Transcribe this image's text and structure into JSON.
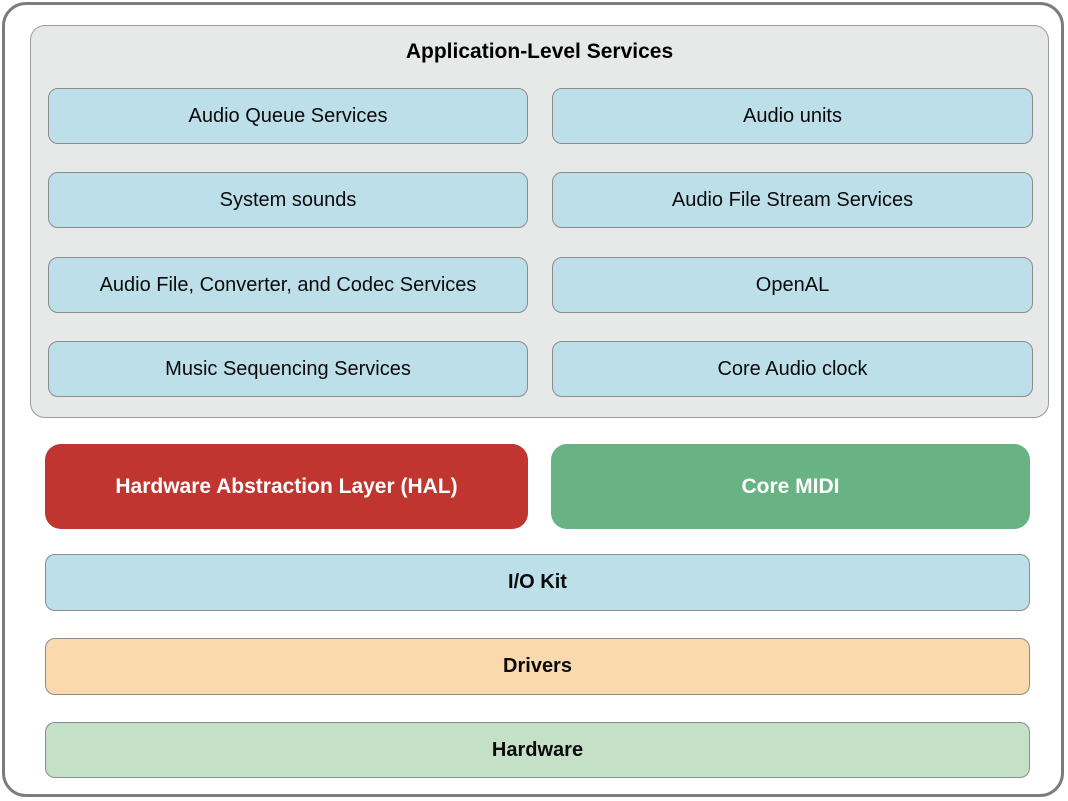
{
  "app_services": {
    "title": "Application-Level Services",
    "left_column": [
      "Audio Queue Services",
      "System sounds",
      "Audio File, Converter, and Codec Services",
      "Music Sequencing Services"
    ],
    "right_column": [
      "Audio units",
      "Audio File Stream Services",
      "OpenAL",
      "Core Audio clock"
    ]
  },
  "hal": {
    "label": "Hardware Abstraction Layer (HAL)"
  },
  "core_midi": {
    "label": "Core MIDI"
  },
  "layers": {
    "io_kit": "I/O Kit",
    "drivers": "Drivers",
    "hardware": "Hardware"
  },
  "colors": {
    "outer_border": "#7c7c7c",
    "panel_bg": "#e7e8e8",
    "panel_border": "#9b9b9b",
    "service_box_bg": "#bddfea",
    "service_box_border": "#8c8c8c",
    "hal_bg": "#c0352f",
    "core_midi_bg": "#68b284",
    "io_kit_bg": "#bddfea",
    "drivers_bg": "#fbd9ae",
    "hardware_bg": "#c4e0c7",
    "hal_text": "#ffffff",
    "core_midi_text": "#ffffff",
    "label_text": "#000000"
  }
}
